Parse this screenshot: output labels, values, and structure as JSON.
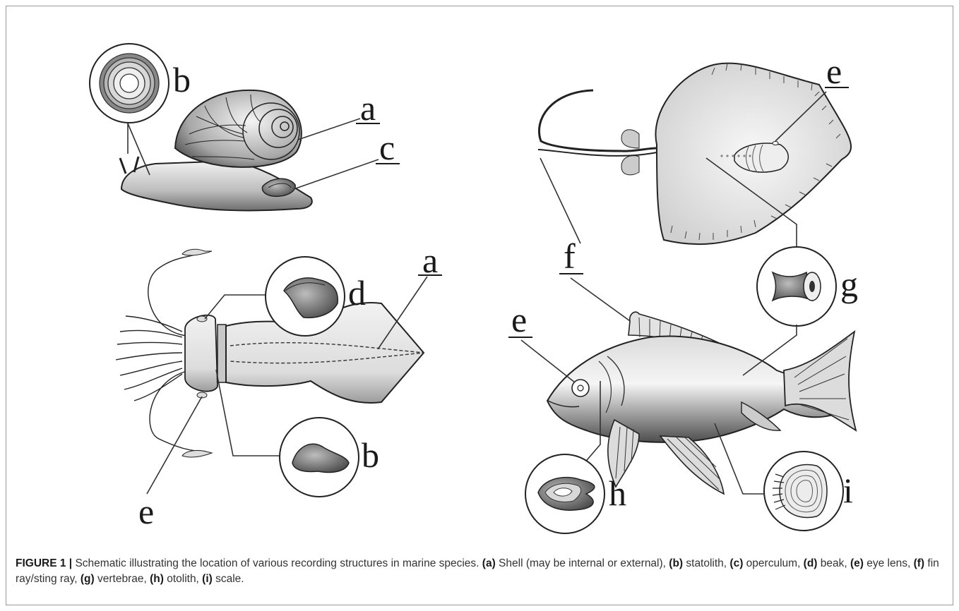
{
  "labels": {
    "snail_statolith": "b",
    "snail_shell": "a",
    "snail_operculum": "c",
    "squid_shell": "a",
    "squid_beak": "d",
    "squid_statolith": "b",
    "squid_eye_lens": "e",
    "ray_eye_lens": "e",
    "sting_ray": "f",
    "ray_vertebrae": "g",
    "fish_eye_lens": "e",
    "fish_otolith": "h",
    "fish_scale": "i"
  },
  "caption": {
    "figure_label": "FIGURE 1 |",
    "intro": " Schematic illustrating the location of various recording structures in marine species. ",
    "items": [
      {
        "key": "(a)",
        "text": " Shell (may be internal or external), "
      },
      {
        "key": "(b)",
        "text": " statolith, "
      },
      {
        "key": "(c)",
        "text": " operculum, "
      },
      {
        "key": "(d)",
        "text": " beak, "
      },
      {
        "key": "(e)",
        "text": " eye lens, "
      },
      {
        "key": "(f)",
        "text": " fin ray/sting ray, "
      },
      {
        "key": "(g)",
        "text": " vertebrae, "
      },
      {
        "key": "(h)",
        "text": " otolith, "
      },
      {
        "key": "(i)",
        "text": " scale."
      }
    ]
  }
}
